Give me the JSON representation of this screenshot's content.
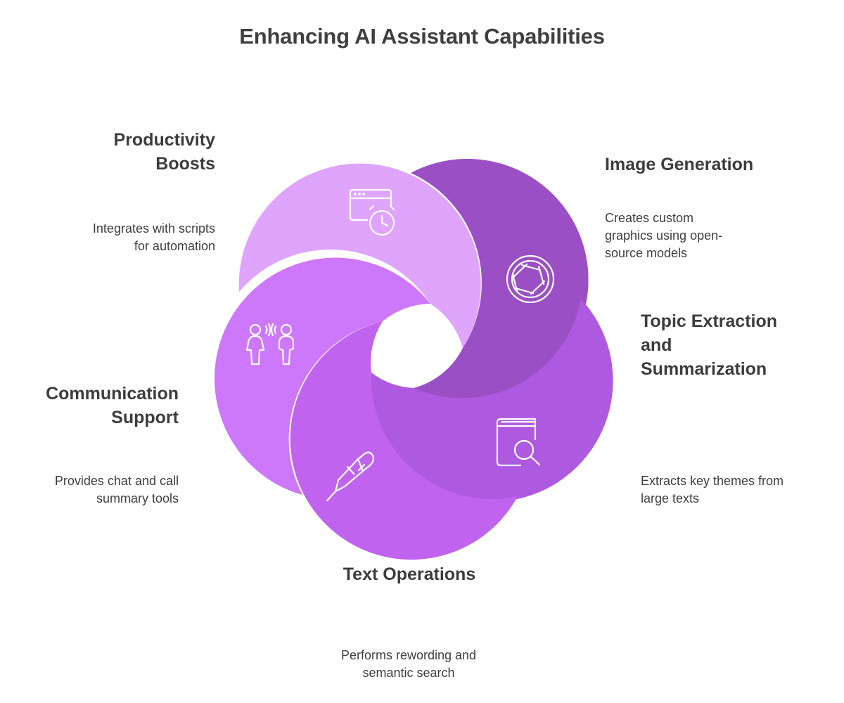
{
  "title": "Enhancing AI Assistant Capabilities",
  "colors": {
    "productivity": "#dfa4fb",
    "image": "#9a4fc4",
    "topic": "#ae5ae0",
    "communication": "#cd77fb",
    "text": "#c063ee",
    "icon_stroke": "#ffffff"
  },
  "items": {
    "productivity": {
      "title": "Productivity\nBoosts",
      "desc": "Integrates with scripts\nfor automation",
      "icon": "browser-alarm-clock-icon"
    },
    "image": {
      "title": "Image Generation",
      "desc": "Creates custom\ngraphics using open-\nsource models",
      "icon": "camera-aperture-icon"
    },
    "topic": {
      "title": "Topic Extraction\nand\nSummarization",
      "desc": "Extracts key themes from\nlarge texts",
      "icon": "book-search-icon"
    },
    "communication": {
      "title": "Communication\nSupport",
      "desc": "Provides chat and call\nsummary tools",
      "icon": "people-talking-icon"
    },
    "text": {
      "title": "Text Operations",
      "desc": "Performs rewording and\nsemantic search",
      "icon": "pen-icon"
    }
  }
}
